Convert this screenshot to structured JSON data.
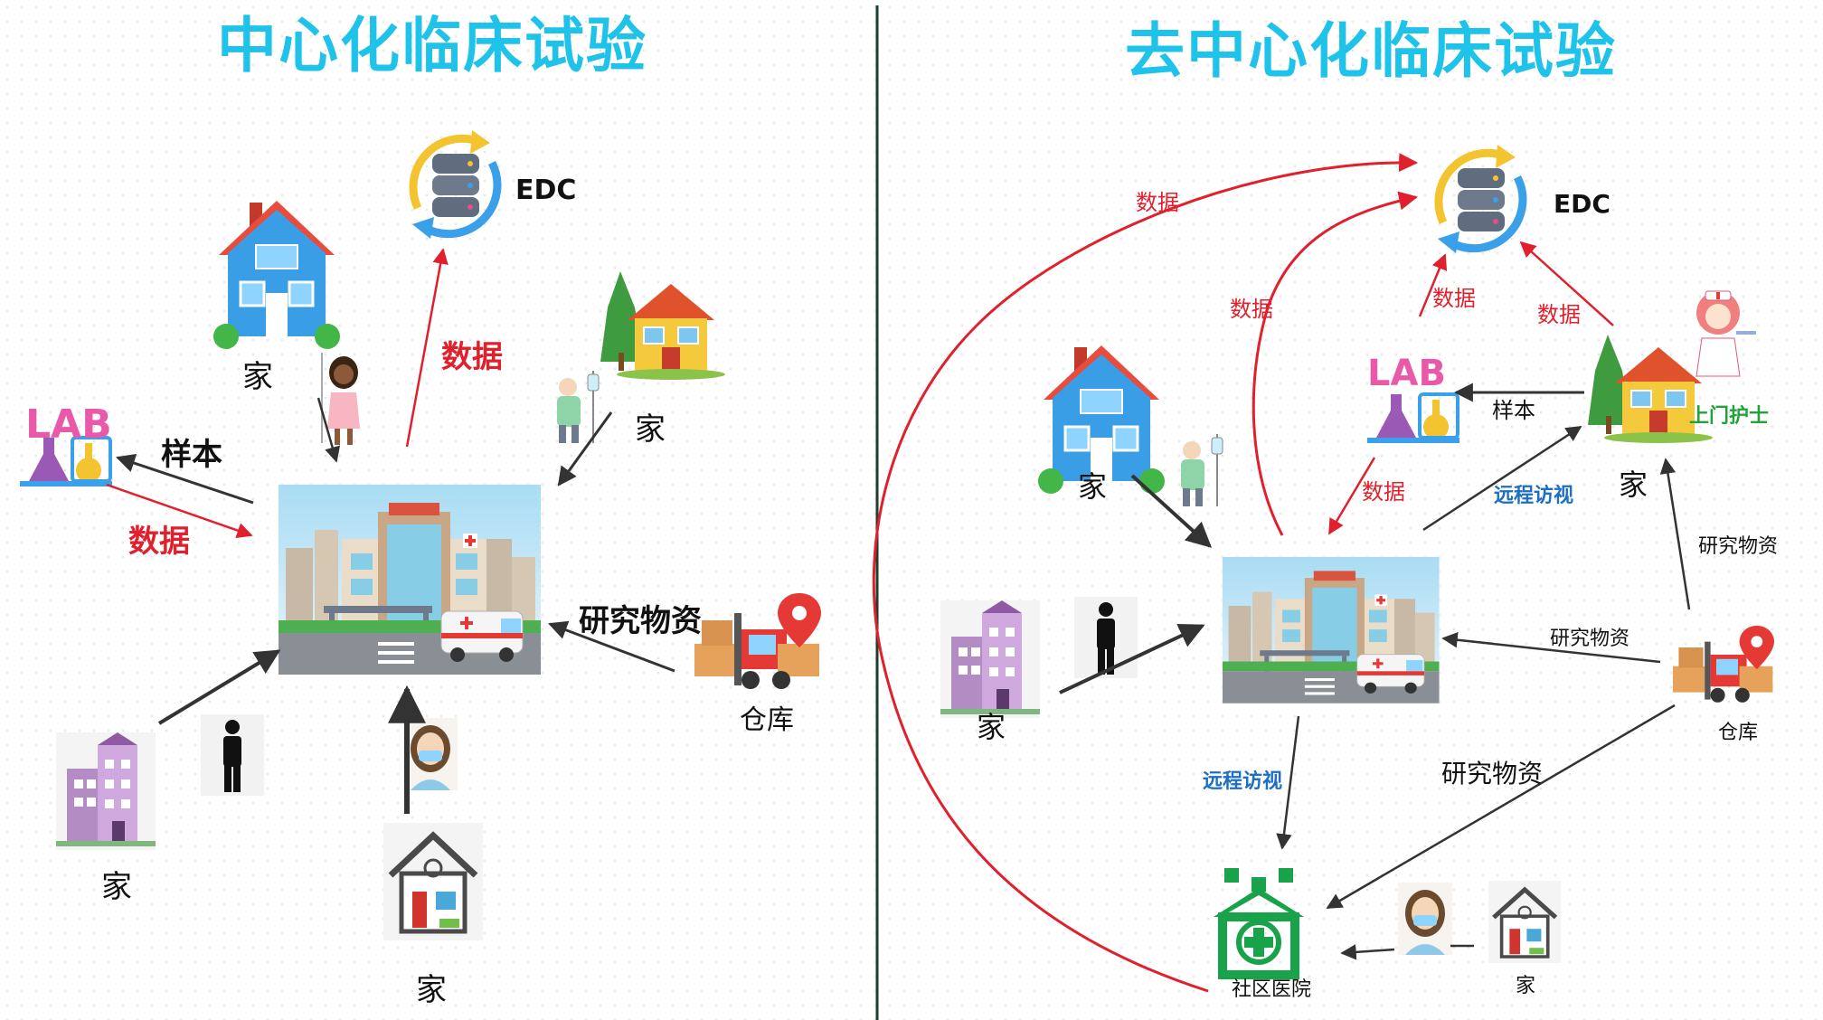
{
  "left": {
    "title": "中心化临床试验",
    "edc": "EDC",
    "home_top": "家",
    "home_right": "家",
    "home_bottom_left": "家",
    "home_bottom": "家",
    "sample": "样本",
    "data_lab": "数据",
    "data_edc": "数据",
    "supplies": "研究物资",
    "warehouse": "仓库",
    "lab_text": "LAB"
  },
  "right": {
    "title": "去中心化临床试验",
    "edc": "EDC",
    "data_1": "数据",
    "data_2": "数据",
    "data_3": "数据",
    "data_4": "数据",
    "data_5": "数据",
    "sample": "样本",
    "nurse": "上门护士",
    "remote_visit_1": "远程访视",
    "remote_visit_2": "远程访视",
    "home_left": "家",
    "home_mid": "家",
    "home_right": "家",
    "home_bottom": "家",
    "supplies_1": "研究物资",
    "supplies_2": "研究物资",
    "supplies_3": "研究物资",
    "warehouse": "仓库",
    "community_hospital": "社区医院",
    "lab_text": "LAB"
  },
  "colors": {
    "title": "#1fc3ea",
    "arrow_red": "#e0202c",
    "arrow_dark": "#333333",
    "remote_visit": "#1d6fc2",
    "nurse_label": "#22a33a"
  }
}
